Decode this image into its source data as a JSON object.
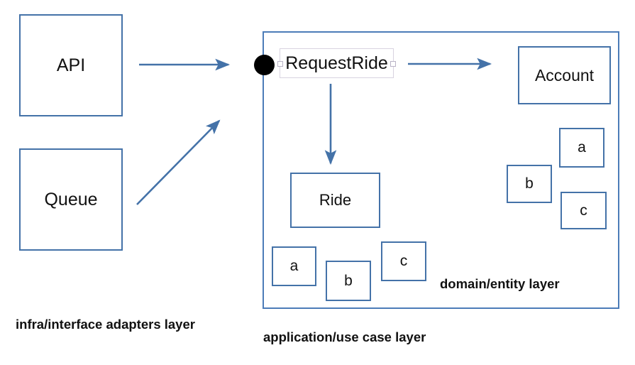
{
  "diagram": {
    "title": "Clean architecture layers diagram",
    "accent_color": "#4472a8",
    "container_border_color": "#4c7cb8",
    "text_color": "#111111",
    "entry_dot_color": "#000000"
  },
  "outer_boxes": [
    {
      "id": "api",
      "label": "API"
    },
    {
      "id": "queue",
      "label": "Queue"
    }
  ],
  "application_layer": {
    "use_case": {
      "label": "RequestRide",
      "selected": true,
      "handles": [
        "left-handle",
        "right-handle"
      ]
    },
    "entry_point": {
      "name": "entry-dot"
    },
    "entities": [
      {
        "id": "ride",
        "label": "Ride"
      },
      {
        "id": "bot-a",
        "label": "a"
      },
      {
        "id": "bot-b",
        "label": "b"
      },
      {
        "id": "bot-c",
        "label": "c"
      }
    ]
  },
  "domain_layer": {
    "entities": [
      {
        "id": "account",
        "label": "Account"
      },
      {
        "id": "rt-a",
        "label": "a"
      },
      {
        "id": "rt-b",
        "label": "b"
      },
      {
        "id": "rt-c",
        "label": "c"
      }
    ]
  },
  "layer_labels": {
    "infra": "infra/interface adapters layer",
    "application": "application/use case layer",
    "domain": "domain/entity layer"
  },
  "arrows": [
    {
      "id": "api-to-requestride",
      "from": "API",
      "to": "RequestRide"
    },
    {
      "id": "queue-to-requestride",
      "from": "Queue",
      "to": "RequestRide"
    },
    {
      "id": "requestride-to-account",
      "from": "RequestRide",
      "to": "Account"
    },
    {
      "id": "requestride-to-ride",
      "from": "RequestRide",
      "to": "Ride"
    }
  ]
}
